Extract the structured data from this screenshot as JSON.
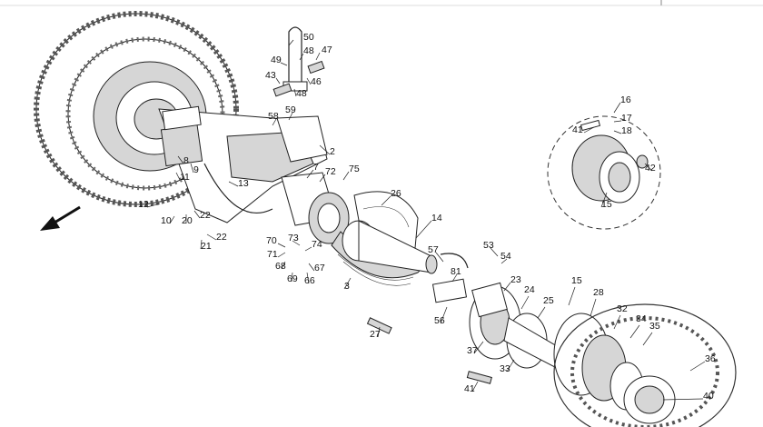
{
  "diagram": {
    "labels": [
      "50",
      "49",
      "48",
      "47",
      "43",
      "46",
      "48",
      "58",
      "59",
      "2",
      "7",
      "72",
      "75",
      "9",
      "11",
      "8",
      "13",
      "12",
      "10",
      "20",
      "22",
      "21",
      "22",
      "26",
      "14",
      "70",
      "73",
      "71",
      "74",
      "68",
      "67",
      "69",
      "66",
      "3",
      "57",
      "53",
      "54",
      "81",
      "23",
      "56",
      "27",
      "15",
      "16",
      "17",
      "18",
      "41",
      "42",
      "15",
      "24",
      "25",
      "28",
      "32",
      "34",
      "35",
      "37",
      "33",
      "41",
      "36",
      "40"
    ]
  }
}
